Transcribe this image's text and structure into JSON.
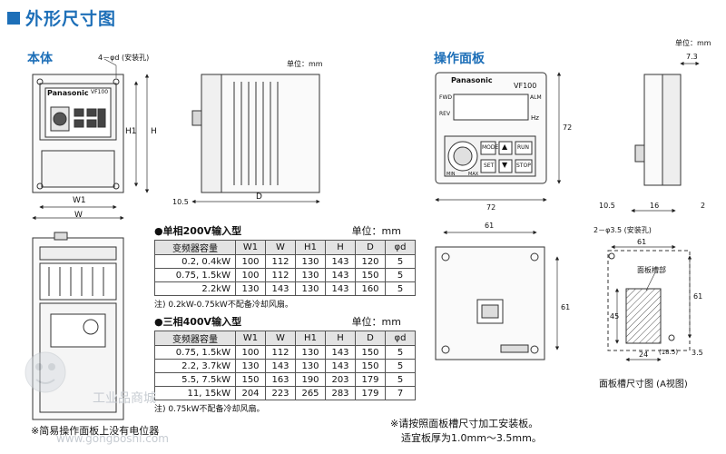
{
  "title": "外形尺寸图",
  "sections": {
    "body": "本体",
    "panel": "操作面板"
  },
  "body_view": {
    "hole_label": "4－φd (安装孔)",
    "unit": "单位：mm",
    "brand": "Panasonic",
    "model": "VF100",
    "dim_h1": "H1",
    "dim_h": "H",
    "dim_w1": "W1",
    "dim_w": "W",
    "dim_d": "D",
    "dim_105": "10.5"
  },
  "panel_view": {
    "brand": "Panasonic",
    "model": "VF100",
    "fwd": "FWD",
    "rev": "REV",
    "alm": "ALM",
    "hz": "Hz",
    "min": "MIN",
    "max": "MAX",
    "btn_mode": "MODE",
    "btn_up": "▲",
    "btn_run": "RUN",
    "btn_set": "SET",
    "btn_down": "▼",
    "btn_stop": "STOP",
    "dim_72_h": "72",
    "dim_72_w": "72"
  },
  "side_view": {
    "unit": "单位：mm",
    "dim_73": "7.3",
    "dim_105": "10.5",
    "dim_16": "16",
    "dim_2": "2"
  },
  "back_view": {
    "dim_61_w": "61",
    "dim_61_h": "61"
  },
  "cutout": {
    "hole_label": "2－φ3.5 (安装孔)",
    "dim_61_w": "61",
    "dim_61_h": "61",
    "dim_45": "45",
    "dim_24": "24",
    "dim_185": "(18.5)",
    "dim_35": "3.5",
    "slot_label": "面板槽部",
    "caption": "面板槽尺寸图 (A视图)"
  },
  "table_200v": {
    "heading": "●单相200V输入型",
    "unit": "单位：mm",
    "headers": [
      "变频器容量",
      "W1",
      "W",
      "H1",
      "H",
      "D",
      "φd"
    ],
    "rows": [
      [
        "0.2, 0.4kW",
        "100",
        "112",
        "130",
        "143",
        "120",
        "5"
      ],
      [
        "0.75, 1.5kW",
        "100",
        "112",
        "130",
        "143",
        "150",
        "5"
      ],
      [
        "2.2kW",
        "130",
        "143",
        "130",
        "143",
        "160",
        "5"
      ]
    ],
    "note": "注) 0.2kW-0.75kW不配备冷却风扇。"
  },
  "table_400v": {
    "heading": "●三相400V输入型",
    "unit": "单位：mm",
    "headers": [
      "变频器容量",
      "W1",
      "W",
      "H1",
      "H",
      "D",
      "φd"
    ],
    "rows": [
      [
        "0.75, 1.5kW",
        "100",
        "112",
        "130",
        "143",
        "150",
        "5"
      ],
      [
        "2.2, 3.7kW",
        "130",
        "143",
        "130",
        "143",
        "150",
        "5"
      ],
      [
        "5.5, 7.5kW",
        "150",
        "163",
        "190",
        "203",
        "179",
        "5"
      ],
      [
        "11, 15kW",
        "204",
        "223",
        "265",
        "283",
        "179",
        "7"
      ]
    ],
    "note": "注) 0.75kW不配备冷却风扇。"
  },
  "notes": {
    "bottom_left": "※简易操作面板上没有电位器",
    "bottom_right_1": "※请按照面板槽尺寸加工安装板。",
    "bottom_right_2": "适宜板厚为1.0mm～3.5mm。"
  },
  "watermark": {
    "text": "工业品商城",
    "url": "www.gongboshi.com"
  }
}
